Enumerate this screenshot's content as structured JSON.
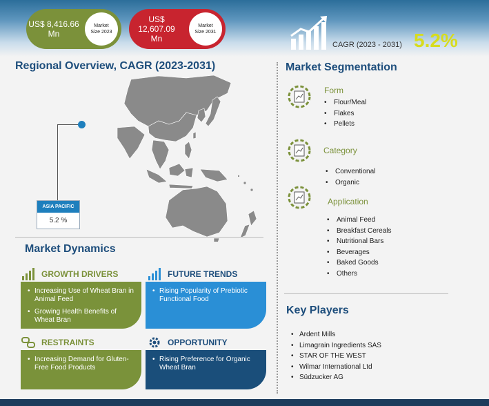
{
  "header": {
    "market_2023": {
      "value": "US$ 8,416.66",
      "unit": "Mn",
      "label_line1": "Market",
      "label_line2": "Size 2023"
    },
    "market_2031": {
      "value": "US$ 12,607.09",
      "unit": "Mn",
      "label_line1": "Market",
      "label_line2": "Size 2031"
    },
    "cagr_label": "CAGR (2023 - 2031)",
    "cagr_value": "5.2%"
  },
  "regional": {
    "title": "Regional Overview, CAGR (2023-2031)",
    "region_name": "ASIA PACIFIC",
    "region_value": "5.2 %"
  },
  "dynamics": {
    "title": "Market Dynamics",
    "growth_drivers": {
      "title": "GROWTH DRIVERS",
      "items": [
        "Increasing Use of Wheat Bran in Animal Feed",
        "Growing Health Benefits of Wheat Bran"
      ]
    },
    "future_trends": {
      "title": "FUTURE TRENDS",
      "items": [
        "Rising Popularity of Prebiotic Functional Food"
      ]
    },
    "restraints": {
      "title": "RESTRAINTS",
      "items": [
        "Increasing Demand for Gluten-Free Food Products"
      ]
    },
    "opportunity": {
      "title": "OPPORTUNITY",
      "items": [
        "Rising Preference for Organic Wheat Bran"
      ]
    }
  },
  "segmentation": {
    "title": "Market Segmentation",
    "groups": [
      {
        "title": "Form",
        "items": [
          "Flour/Meal",
          "Flakes",
          "Pellets"
        ]
      },
      {
        "title": "Category",
        "items": [
          "Conventional",
          "Organic"
        ]
      },
      {
        "title": "Application",
        "items": [
          "Animal Feed",
          "Breakfast Cereals",
          "Nutritional Bars",
          "Beverages",
          "Baked Goods",
          "Others"
        ]
      }
    ]
  },
  "key_players": {
    "title": "Key Players",
    "items": [
      "Ardent Mills",
      "Limagrain Ingredients SAS",
      "STAR OF THE WEST",
      "Wilmar International Ltd",
      "Südzucker AG"
    ]
  },
  "colors": {
    "green": "#7b913a",
    "red": "#c8242f",
    "blue": "#2a8fd6",
    "navy": "#1a4e7a",
    "title_blue": "#1e4e7c",
    "accent_yellow": "#d7dc1e"
  }
}
